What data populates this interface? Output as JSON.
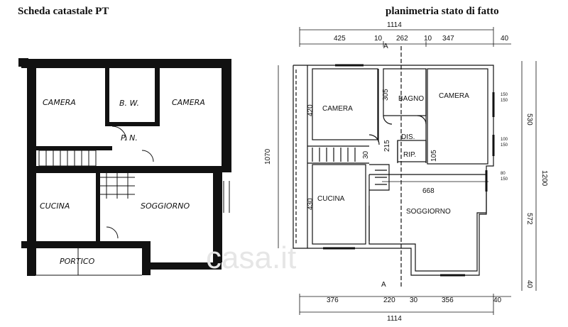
{
  "headings": {
    "left": "Scheda catastale PT",
    "right": "planimetria stato di fatto"
  },
  "cadastral": {
    "rooms": {
      "camera_1": "CAMERA",
      "bath": "B. W.",
      "camera_2": "CAMERA",
      "hall": "P. N.",
      "kitchen": "CUCINA",
      "living": "SOGGIORNO",
      "porch": "PORTICO"
    }
  },
  "plan": {
    "rooms": {
      "camera_1": "CAMERA",
      "bath": "BAGNO",
      "camera_2": "CAMERA",
      "dis": "DIS.",
      "rip": "RIP.",
      "kitchen": "CUCINA",
      "living": "SOGGIORNO"
    },
    "dims": {
      "total_top": "1114",
      "total_bottom": "1114",
      "top": [
        "425",
        "10",
        "262",
        "10",
        "347",
        "40"
      ],
      "bottom": [
        "376",
        "220",
        "30",
        "356",
        "40"
      ],
      "right_total": "1200",
      "right_top": "530",
      "right_bottom": "572",
      "right_end": "40",
      "left_total": "1070",
      "inner": [
        "420",
        "305",
        "215",
        "30",
        "105",
        "430",
        "668"
      ],
      "window": [
        "150",
        "150",
        "100",
        "150",
        "80",
        "150"
      ],
      "section": "A"
    }
  },
  "watermark": "casa.it"
}
